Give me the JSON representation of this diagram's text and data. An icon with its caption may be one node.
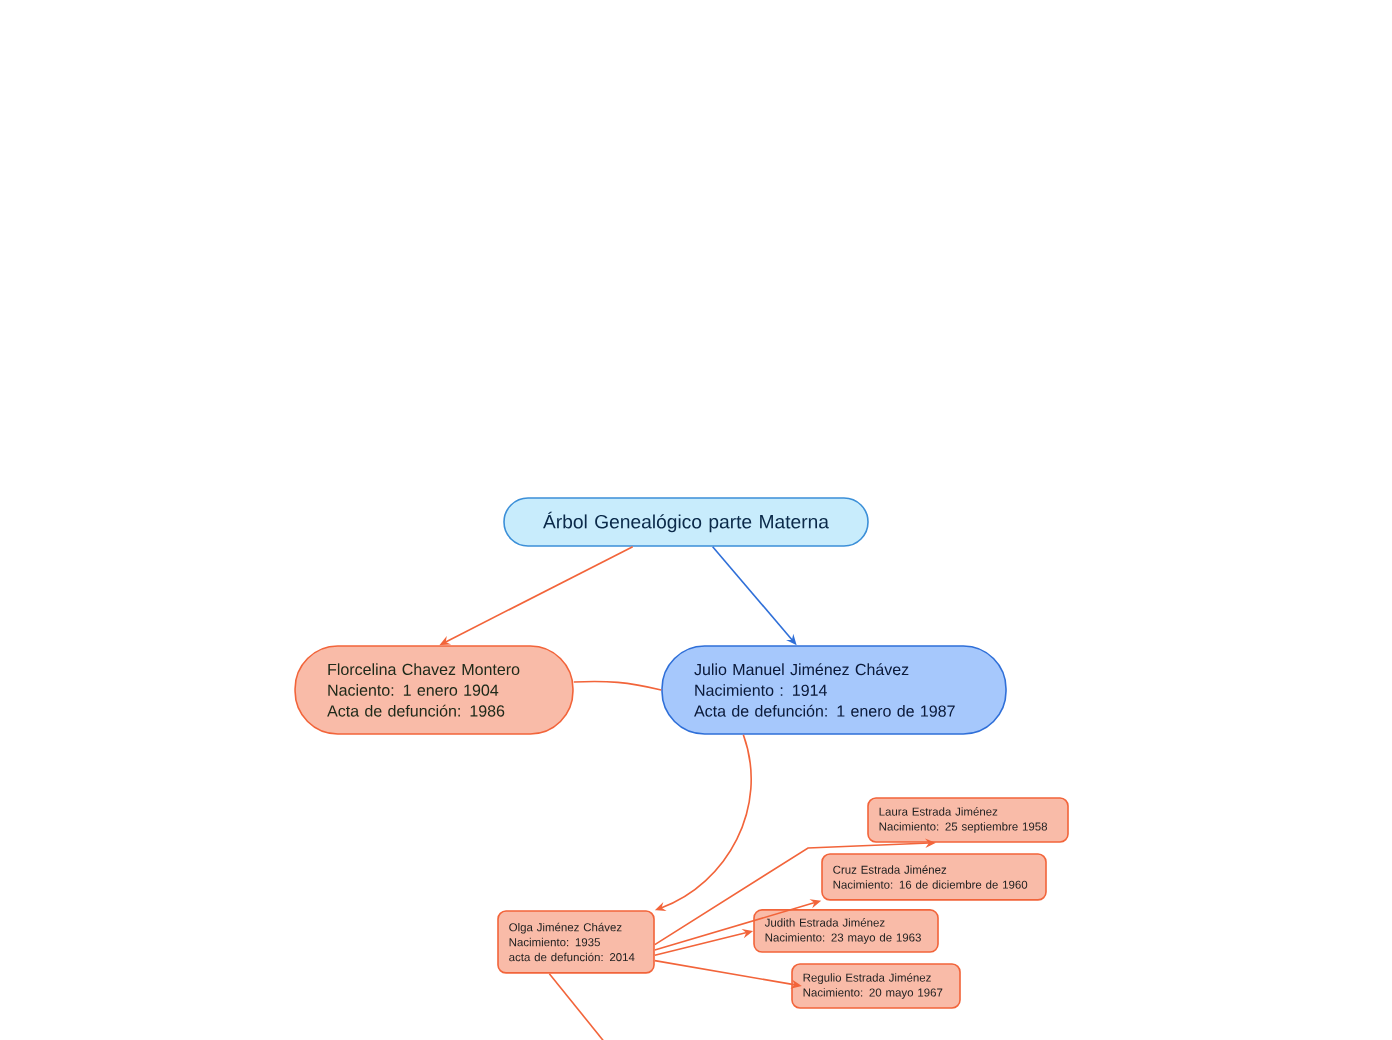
{
  "diagram": {
    "nodes": [
      {
        "text": [
          "Árbol Genealógico parte Materna"
        ]
      },
      {
        "text": [
          "Florcelina Chavez Montero",
          "Naciento: 1 enero 1904",
          "Acta de defunción: 1986"
        ]
      },
      {
        "text": [
          "Julio Manuel Jiménez Chávez",
          "Nacimiento : 1914",
          "Acta de defunción: 1 enero de 1987"
        ]
      },
      {
        "text": [
          "Olga Jiménez Chávez",
          "Nacimiento: 1935",
          "acta de defunción: 2014"
        ]
      },
      {
        "text": [
          "Laura Estrada Jiménez",
          "Nacimiento: 25 septiembre 1958"
        ]
      },
      {
        "text": [
          "Cruz Estrada Jiménez",
          "Nacimiento: 16 de diciembre de 1960"
        ]
      },
      {
        "text": [
          "Judith Estrada Jiménez",
          "Nacimiento: 23 mayo de 1963"
        ]
      },
      {
        "text": [
          "Regulio Estrada Jiménez",
          "Nacimiento: 20 mayo 1967"
        ]
      }
    ],
    "edges": [
      {
        "from": 0,
        "to": 1,
        "arrow": "to"
      },
      {
        "from": 0,
        "to": 2,
        "arrow": "to",
        "color": "#2f6fd8"
      },
      {
        "from": 1,
        "to": 2,
        "arrow": "none"
      },
      {
        "from": 2,
        "to": 3,
        "arrow": "to"
      },
      {
        "from": 3,
        "to": 4,
        "arrow": "to"
      },
      {
        "from": 3,
        "to": 5,
        "arrow": "to"
      },
      {
        "from": 3,
        "to": 6,
        "arrow": "to"
      },
      {
        "from": 3,
        "to": 7,
        "arrow": "to"
      },
      {
        "from": 3,
        "to": null,
        "arrow": "none"
      }
    ]
  }
}
